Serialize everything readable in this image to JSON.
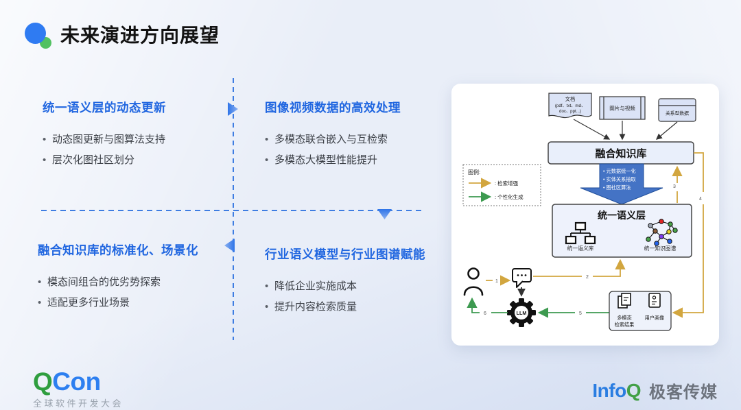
{
  "slide": {
    "title": "未来演进方向展望",
    "quadrants": [
      {
        "title": "统一语义层的动态更新",
        "bullets": [
          "动态图更新与图算法支持",
          "层次化图社区划分"
        ]
      },
      {
        "title": "图像视频数据的高效处理",
        "bullets": [
          "多模态联合嵌入与互检索",
          "多模态大模型性能提升"
        ]
      },
      {
        "title": "融合知识库的标准化、场景化",
        "bullets": [
          "模态间组合的优劣势探索",
          "适配更多行业场景"
        ]
      },
      {
        "title": "行业语义模型与行业图谱赋能",
        "bullets": [
          "降低企业实施成本",
          "提升内容检索质量"
        ]
      }
    ]
  },
  "diagram": {
    "sources": {
      "doc_line1": "文档",
      "doc_line2": "(pdf、txt、md、",
      "doc_line3": "doc、ppt...)",
      "media": "图片与视频",
      "relational": "关系型数据"
    },
    "fusion_kb": "融合知识库",
    "process_bullets": [
      "• 元数据统一化",
      "• 实体关系抽取",
      "• 图社区算法"
    ],
    "semantic_layer": {
      "title": "统一语义层",
      "left_label": "统一语义库",
      "right_label": "统一知识图谱"
    },
    "legend": {
      "title": "图例:",
      "retrieval": ": 检索增强",
      "personalized": ": 个性化生成"
    },
    "llm": "LLM",
    "results_box": {
      "left_label_line1": "多模态",
      "left_label_line2": "检索结果",
      "right_label": "用户画像"
    },
    "steps": {
      "s1": "1",
      "s2": "2",
      "s3": "3",
      "s4": "4",
      "s5": "5",
      "s6": "6"
    }
  },
  "footer": {
    "qcon_q": "Q",
    "qcon_con": "Con",
    "qcon_sub": "全球软件开发大会",
    "infoq_info": "Info",
    "infoq_q": "Q",
    "media_name": "极客传媒"
  },
  "colors": {
    "accent_blue": "#2066e0",
    "dashed_line": "#3e7de2",
    "retrieval_yellow": "#D2A63F",
    "personalized_green": "#3D9A50",
    "process_arrow_blue": "#4473C5"
  }
}
